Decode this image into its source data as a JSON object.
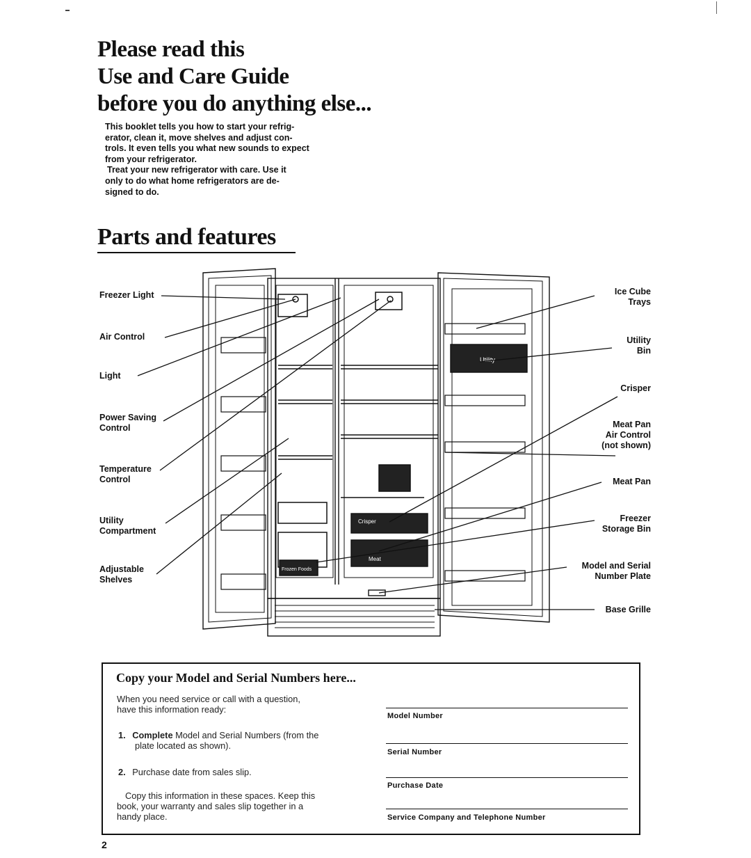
{
  "header": {
    "title_lines": [
      "Please read this",
      "Use and Care Guide",
      "before you do anything else..."
    ]
  },
  "intro": {
    "paragraph1_lines": [
      "This booklet tells you how to start your refrig-",
      "erator, clean it, move shelves and adjust con-",
      "trols. It even tells you what new sounds to expect",
      "from your refrigerator."
    ],
    "paragraph2_lines": [
      "Treat your new refrigerator with care. Use it",
      "only to do what home refrigerators are de-",
      "signed to do."
    ]
  },
  "parts": {
    "title": "Parts and features",
    "left_labels": [
      [
        "Freezer Light"
      ],
      [
        "Air Control"
      ],
      [
        "Light"
      ],
      [
        "Power Saving",
        "Control"
      ],
      [
        "Temperature",
        "Control"
      ],
      [
        "Utility",
        "Compartment"
      ],
      [
        "Adjustable",
        "Shelves"
      ]
    ],
    "right_labels": [
      [
        "Ice Cube",
        "Trays"
      ],
      [
        "Utility",
        "Bin"
      ],
      [
        "Crisper"
      ],
      [
        "Meat Pan",
        "Air Control",
        "(not shown)"
      ],
      [
        "Meat Pan"
      ],
      [
        "Freezer",
        "Storage Bin"
      ],
      [
        "Model and Serial",
        "Number Plate"
      ],
      [
        "Base Grille"
      ]
    ],
    "drawing_text": {
      "utility_bin_tag": "Utility",
      "crisper_tag": "Crisper",
      "meat_tag": "Meat",
      "frozen_foods_tag": "Frozen Foods"
    }
  },
  "copy_box": {
    "title": "Copy your Model and Serial Numbers here...",
    "intro_lines": [
      "When you need service or call with a question,",
      "have this information ready:"
    ],
    "step1_num": "1.",
    "step1_bold": "Complete",
    "step1_rest": " Model and Serial Numbers (from the",
    "step1_line2": "plate located as shown).",
    "step2_num": "2.",
    "step2_text": "Purchase date from sales slip.",
    "closing_lines": [
      "Copy this information in these spaces. Keep this",
      "book, your warranty and sales slip together in a",
      "handy place."
    ],
    "fields": [
      "Model Number",
      "Serial Number",
      "Purchase Date",
      "Service Company and Telephone Number"
    ]
  },
  "footer": {
    "page_number": "2"
  }
}
